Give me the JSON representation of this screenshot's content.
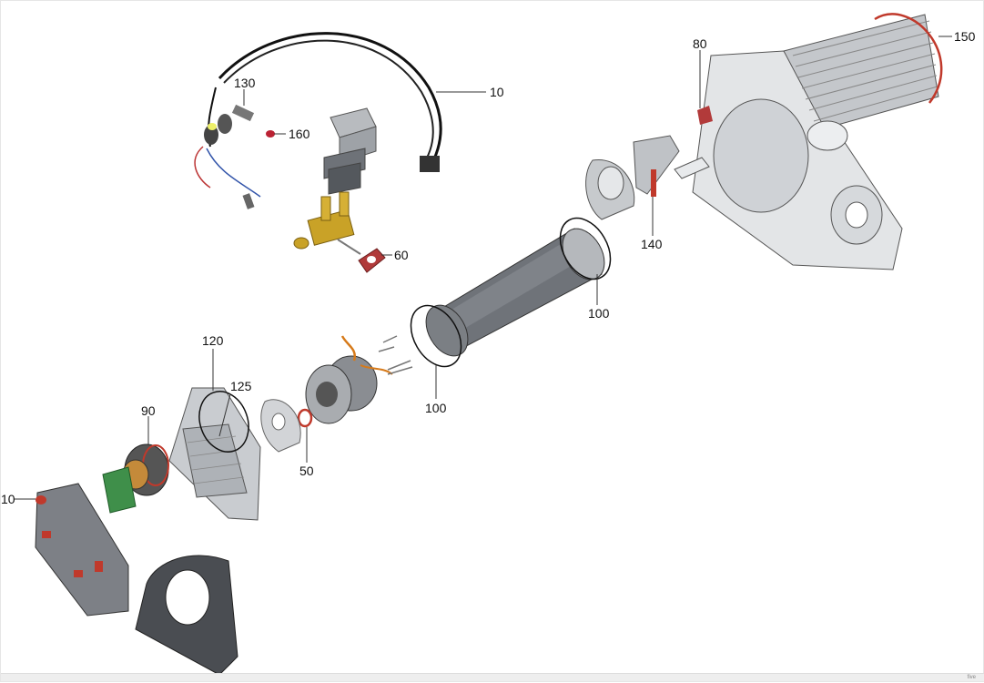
{
  "callouts": {
    "c10_top": "10",
    "c130": "130",
    "c160": "160",
    "c60": "60",
    "c80": "80",
    "c150": "150",
    "c140": "140",
    "c100_upper": "100",
    "c100_lower": "100",
    "c120": "120",
    "c125": "125",
    "c90": "90",
    "c50": "50",
    "c10_left": "10"
  },
  "footer": {
    "corner_mark": "five"
  },
  "colors": {
    "line": "#333333",
    "part_fill": "#cfd2d6",
    "part_dark": "#4a4d52",
    "gasket_red": "#c0392b",
    "brass": "#c9a227",
    "pcb_green": "#3f8f4a"
  }
}
